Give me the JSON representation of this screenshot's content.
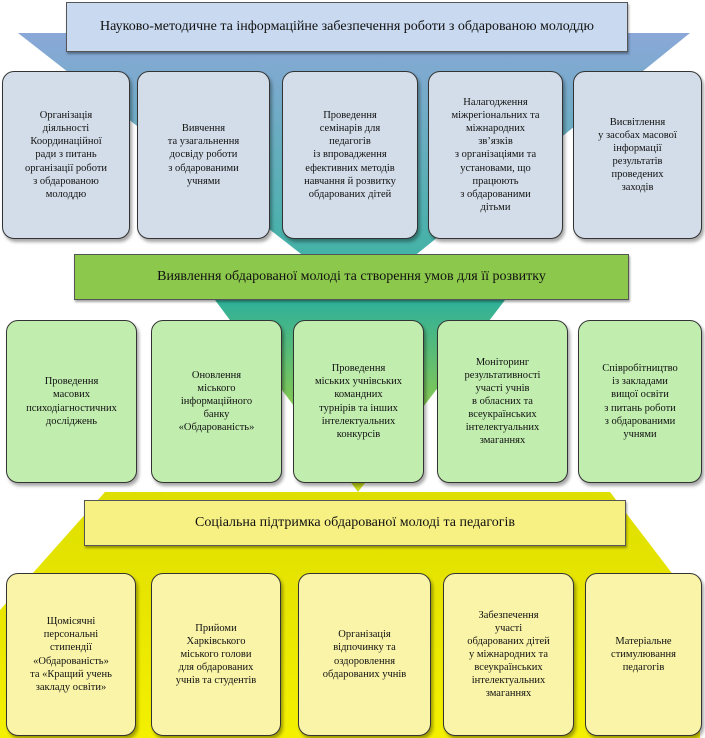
{
  "colors": {
    "funnel1": "#8fb0d6",
    "funnel2": "#35b39b",
    "funnel3": "#ccdd00",
    "banner1": "#c9d9f0",
    "banner2": "#8cc84b",
    "banner3": "#f7f184",
    "card1": "#d3dde9",
    "card2": "#c1edaf",
    "card3": "#faf4a8"
  },
  "level1": {
    "title": "Науково-методичне та інформаційне забезпечення роботи з обдарованою молоддю",
    "cards": [
      "Організація\nдіяльності\nКоординаційної\nради з питань\nорганізації роботи\nз обдарованою\nмолоддю",
      "Вивчення\nта узагальнення\nдосвіду роботи\nз обдарованими\nучнями",
      "Проведення\nсемінарів для\nпедагогів\nіз впровадження\nефективних методів\nнавчання й розвитку\nобдарованих дітей",
      "Налагодження\nміжрегіональних та\nміжнародних\nзв’язків\nз організаціями та\nустановами, що\nпрацюють\nз обдарованими\nдітьми",
      "Висвітлення\nу засобах масової\nінформації\nрезультатів\nпроведених\nзаходів"
    ]
  },
  "level2": {
    "title": "Виявлення обдарованої молоді та створення умов для її розвитку",
    "cards": [
      "Проведення\nмасових\nпсиходіагностичних\nдосліджень",
      "Оновлення\nміського\nінформаційного\nбанку\n«Обдарованість»",
      "Проведення\nміських учнівських\nкомандних\nтурнірів та інших\nінтелектуальних\nконкурсів",
      "Моніторинг\nрезультативності\nучасті учнів\nв обласних та\nвсеукраїнських\nінтелектуальних\nзмаганнях",
      "Співробітництво\nіз закладами\nвищої освіти\nз питань роботи\nз обдарованими\nучнями"
    ]
  },
  "level3": {
    "title": "Соціальна підтримка обдарованої молоді та педагогів",
    "cards": [
      "Щомісячні\nперсональні\nстипендії\n«Обдарованість»\nта «Кращий учень\nзакладу освіти»",
      "Прийоми\nХарківського\nміського голови\nдля обдарованих\nучнів та студентів",
      "Організація\nвідпочинку та\nоздоровлення\nобдарованих учнів",
      "Забезпечення\nучасті\nобдарованих дітей\nу міжнародних та\nвсеукраїнських\nінтелектуальних\nзмаганнях",
      "Матеріальне\nстимулювання\nпедагогів"
    ]
  }
}
